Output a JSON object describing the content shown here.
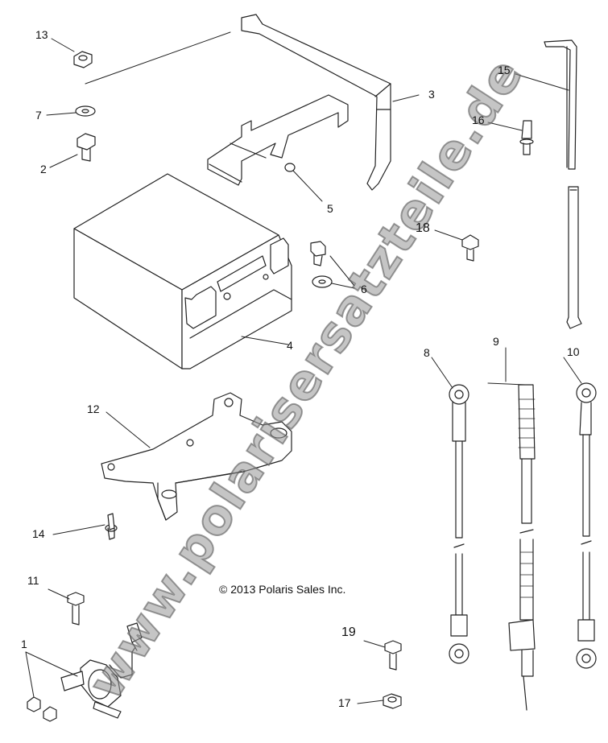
{
  "callouts": {
    "c1": "1",
    "c2": "2",
    "c3": "3",
    "c4": "4",
    "c5": "5",
    "c6": "6",
    "c7": "7",
    "c8": "8",
    "c9": "9",
    "c10": "10",
    "c11": "11",
    "c12": "12",
    "c13": "13",
    "c14": "14",
    "c15": "15",
    "c16": "16",
    "c17": "17",
    "c18": "18",
    "c19": "19"
  },
  "copyright": "© 2013 Polaris Sales Inc.",
  "watermark": "www.polarisersatzteile.de",
  "colors": {
    "line": "#222222",
    "fill": "#ffffff",
    "shade": "#d9d9d9",
    "watermark": "#969696"
  }
}
